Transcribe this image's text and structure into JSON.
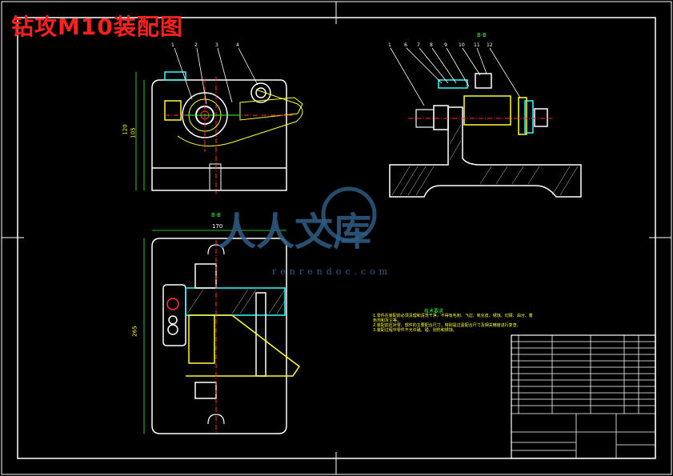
{
  "drawing_title": "钻攻M10装配图",
  "watermark": {
    "cn": "人人文库",
    "site": "renrendoc.com"
  },
  "section_labels": {
    "top_right": "B-B",
    "bottom_left": "B-B"
  },
  "dimensions": {
    "overall_width": "170",
    "height_top_1": "120",
    "height_top_2": "105",
    "height_bottom": "265"
  },
  "part_balloons_top_left": [
    "1",
    "2",
    "3",
    "4"
  ],
  "part_balloons_top_right": [
    "1",
    "6",
    "7",
    "8",
    "9",
    "10",
    "11",
    "12"
  ],
  "tech_requirements": {
    "title": "技术要求",
    "lines": [
      "1.零件在装配前必须清理和清洗干净，不得有毛刺、飞边、氧化皮、锈蚀、切屑、油污、着色剂和灰尘等。",
      "2.装配前应对零、部件的主要配合尺寸，特别是过盈配合尺寸及相关精度进行复查。",
      "3.装配过程中零件不允许磕、碰、划伤和锈蚀。"
    ]
  },
  "colors": {
    "frame": "#ffffff",
    "title": "#ff2020",
    "outline": "#ffffff",
    "yellow": "#ffff33",
    "green": "#33ff33",
    "cyan": "#33ffff",
    "red": "#ff3333",
    "watermark": "#2f5e86"
  }
}
